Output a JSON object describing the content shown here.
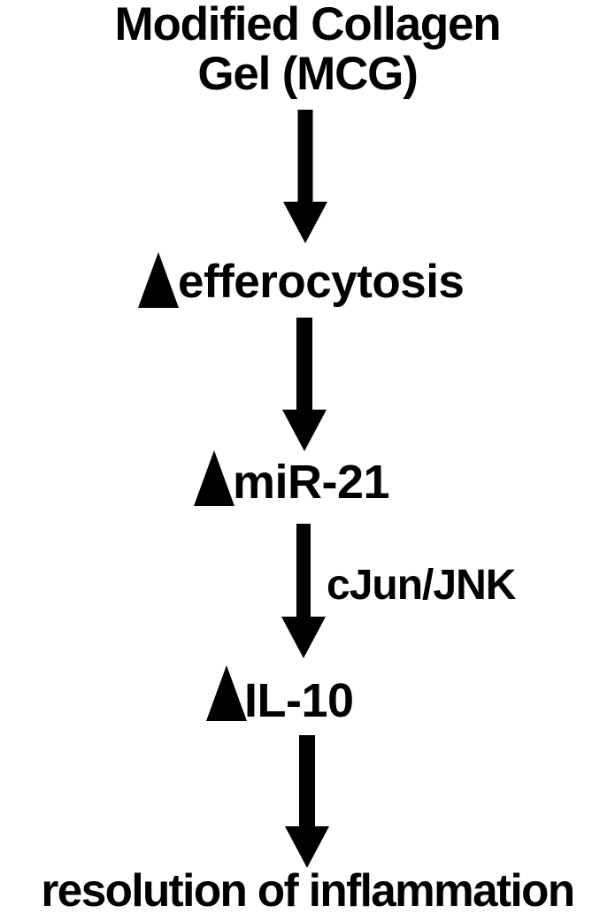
{
  "figure": {
    "kind": "signaling-pathway-flow-diagram",
    "background_color": "#ffffff",
    "ink_color": "#000000",
    "title": {
      "line1": "Modified Collagen",
      "line2": "Gel (MCG)"
    },
    "nodes": [
      {
        "id": "mcg",
        "label": "Modified Collagen Gel (MCG)",
        "marker": "none"
      },
      {
        "id": "efferocytosis",
        "label": "efferocytosis",
        "marker": "up-triangle",
        "marker_meaning": "increase"
      },
      {
        "id": "mir21",
        "label": "miR-21",
        "marker": "up-triangle",
        "marker_meaning": "increase"
      },
      {
        "id": "il10",
        "label": "IL-10",
        "marker": "up-triangle",
        "marker_meaning": "increase"
      },
      {
        "id": "resolution",
        "label": "resolution of inflammation",
        "marker": "none"
      }
    ],
    "edges": [
      {
        "from": "mcg",
        "to": "efferocytosis",
        "label": ""
      },
      {
        "from": "efferocytosis",
        "to": "mir21",
        "label": ""
      },
      {
        "from": "mir21",
        "to": "il10",
        "label": "cJun/JNK"
      },
      {
        "from": "il10",
        "to": "resolution",
        "label": ""
      }
    ],
    "edge_labels": {
      "mir21_to_il10": "cJun/JNK"
    }
  }
}
